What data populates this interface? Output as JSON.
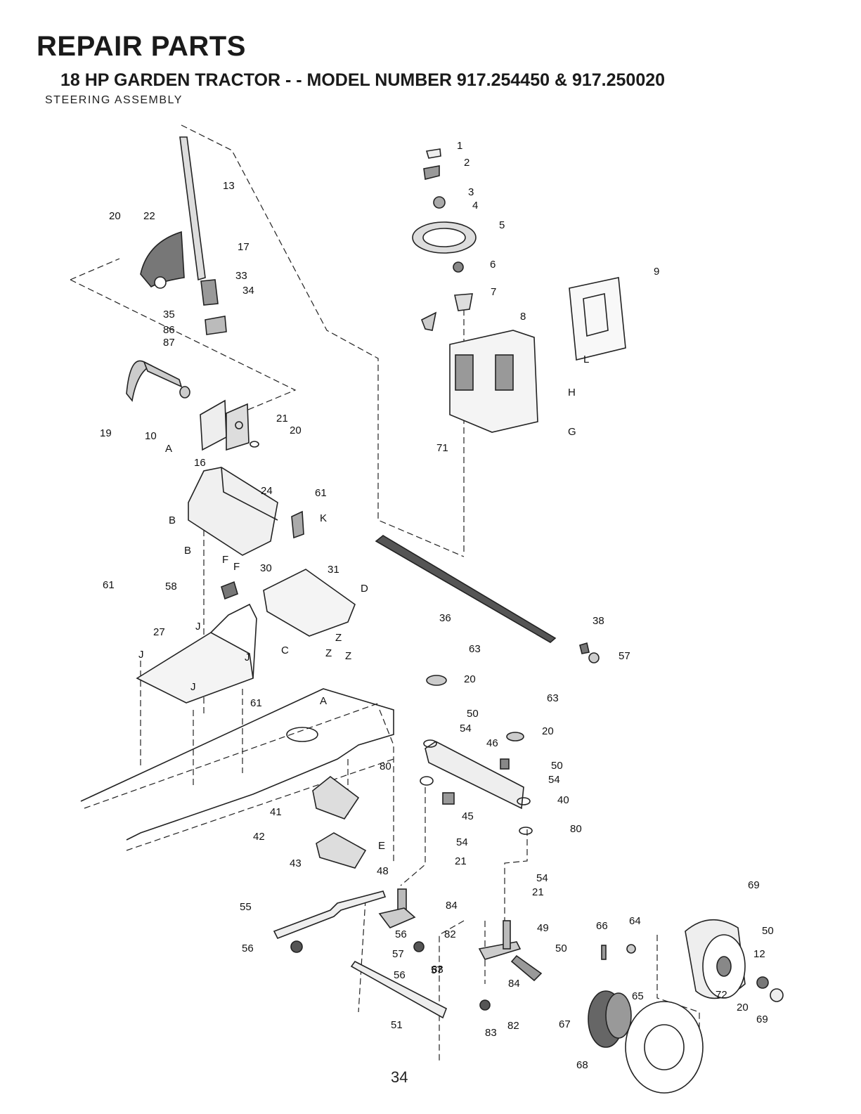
{
  "header": {
    "title": "REPAIR PARTS",
    "subtitle": "18 HP GARDEN TRACTOR - - MODEL NUMBER 917.254450 & 917.250020",
    "section": "STEERING ASSEMBLY"
  },
  "page_number": "34",
  "callouts": [
    {
      "label": "1"
    },
    {
      "label": "2"
    },
    {
      "label": "3"
    },
    {
      "label": "4"
    },
    {
      "label": "5"
    },
    {
      "label": "6"
    },
    {
      "label": "7"
    },
    {
      "label": "8"
    },
    {
      "label": "9"
    },
    {
      "label": "H"
    },
    {
      "label": "G"
    },
    {
      "label": "L"
    },
    {
      "label": "71"
    },
    {
      "label": "13"
    },
    {
      "label": "20"
    },
    {
      "label": "22"
    },
    {
      "label": "17"
    },
    {
      "label": "33"
    },
    {
      "label": "34"
    },
    {
      "label": "35"
    },
    {
      "label": "86"
    },
    {
      "label": "87"
    },
    {
      "label": "19"
    },
    {
      "label": "10"
    },
    {
      "label": "A"
    },
    {
      "label": "16"
    },
    {
      "label": "21"
    },
    {
      "label": "20"
    },
    {
      "label": "24"
    },
    {
      "label": "61"
    },
    {
      "label": "B"
    },
    {
      "label": "B"
    },
    {
      "label": "K"
    },
    {
      "label": "F"
    },
    {
      "label": "F"
    },
    {
      "label": "30"
    },
    {
      "label": "31"
    },
    {
      "label": "D"
    },
    {
      "label": "61"
    },
    {
      "label": "58"
    },
    {
      "label": "27"
    },
    {
      "label": "J"
    },
    {
      "label": "J"
    },
    {
      "label": "J"
    },
    {
      "label": "J"
    },
    {
      "label": "C"
    },
    {
      "label": "Z"
    },
    {
      "label": "Z"
    },
    {
      "label": "Z"
    },
    {
      "label": "A"
    },
    {
      "label": "61"
    },
    {
      "label": "36"
    },
    {
      "label": "38"
    },
    {
      "label": "57"
    },
    {
      "label": "63"
    },
    {
      "label": "20"
    },
    {
      "label": "63"
    },
    {
      "label": "50"
    },
    {
      "label": "54"
    },
    {
      "label": "20"
    },
    {
      "label": "46"
    },
    {
      "label": "50"
    },
    {
      "label": "54"
    },
    {
      "label": "80"
    },
    {
      "label": "40"
    },
    {
      "label": "45"
    },
    {
      "label": "80"
    },
    {
      "label": "54"
    },
    {
      "label": "21"
    },
    {
      "label": "41"
    },
    {
      "label": "42"
    },
    {
      "label": "43"
    },
    {
      "label": "E"
    },
    {
      "label": "48"
    },
    {
      "label": "55"
    },
    {
      "label": "56"
    },
    {
      "label": "84"
    },
    {
      "label": "56"
    },
    {
      "label": "82"
    },
    {
      "label": "57"
    },
    {
      "label": "83"
    },
    {
      "label": "56"
    },
    {
      "label": "57"
    },
    {
      "label": "51"
    },
    {
      "label": "54"
    },
    {
      "label": "21"
    },
    {
      "label": "49"
    },
    {
      "label": "84"
    },
    {
      "label": "82"
    },
    {
      "label": "83"
    },
    {
      "label": "69"
    },
    {
      "label": "50"
    },
    {
      "label": "12"
    },
    {
      "label": "66"
    },
    {
      "label": "64"
    },
    {
      "label": "65"
    },
    {
      "label": "50"
    },
    {
      "label": "67"
    },
    {
      "label": "68"
    },
    {
      "label": "72"
    },
    {
      "label": "20"
    },
    {
      "label": "69"
    }
  ]
}
